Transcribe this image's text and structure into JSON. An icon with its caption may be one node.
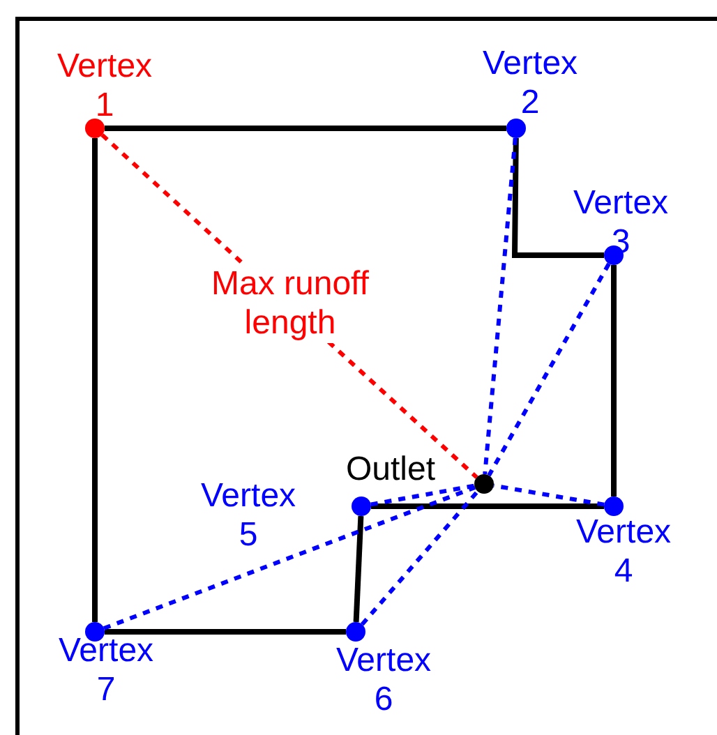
{
  "diagram": {
    "nodes": [
      {
        "text": [
          "Vertex 1"
        ]
      },
      {
        "text": [
          "Vertex 2"
        ]
      },
      {
        "text": [
          "Vertex 3"
        ]
      },
      {
        "text": [
          "Vertex 4"
        ]
      },
      {
        "text": [
          "Vertex 5"
        ]
      },
      {
        "text": [
          "Vertex 6"
        ]
      },
      {
        "text": [
          "Vertex 7"
        ]
      },
      {
        "text": [
          "Outlet"
        ]
      }
    ],
    "edges": [
      {
        "from": 0,
        "to": 1,
        "arrow": "none"
      },
      {
        "from": 1,
        "to": 2,
        "arrow": "none"
      },
      {
        "from": 2,
        "to": 3,
        "arrow": "none"
      },
      {
        "from": 3,
        "to": 4,
        "arrow": "none"
      },
      {
        "from": 4,
        "to": 5,
        "arrow": "none"
      },
      {
        "from": 5,
        "to": 6,
        "arrow": "none"
      },
      {
        "from": 6,
        "to": 0,
        "arrow": "none"
      },
      {
        "from": 0,
        "to": 7,
        "arrow": "none",
        "style": "dashed",
        "color": "#ff0000",
        "label": "Max runoff length"
      },
      {
        "from": 1,
        "to": 7,
        "arrow": "none",
        "style": "dashed",
        "color": "#0000ff"
      },
      {
        "from": 2,
        "to": 7,
        "arrow": "none",
        "style": "dashed",
        "color": "#0000ff"
      },
      {
        "from": 3,
        "to": 7,
        "arrow": "none",
        "style": "dashed",
        "color": "#0000ff"
      },
      {
        "from": 4,
        "to": 7,
        "arrow": "none",
        "style": "dashed",
        "color": "#0000ff"
      },
      {
        "from": 5,
        "to": 7,
        "arrow": "none",
        "style": "dashed",
        "color": "#0000ff"
      },
      {
        "from": 6,
        "to": 7,
        "arrow": "none",
        "style": "dashed",
        "color": "#0000ff"
      }
    ]
  }
}
